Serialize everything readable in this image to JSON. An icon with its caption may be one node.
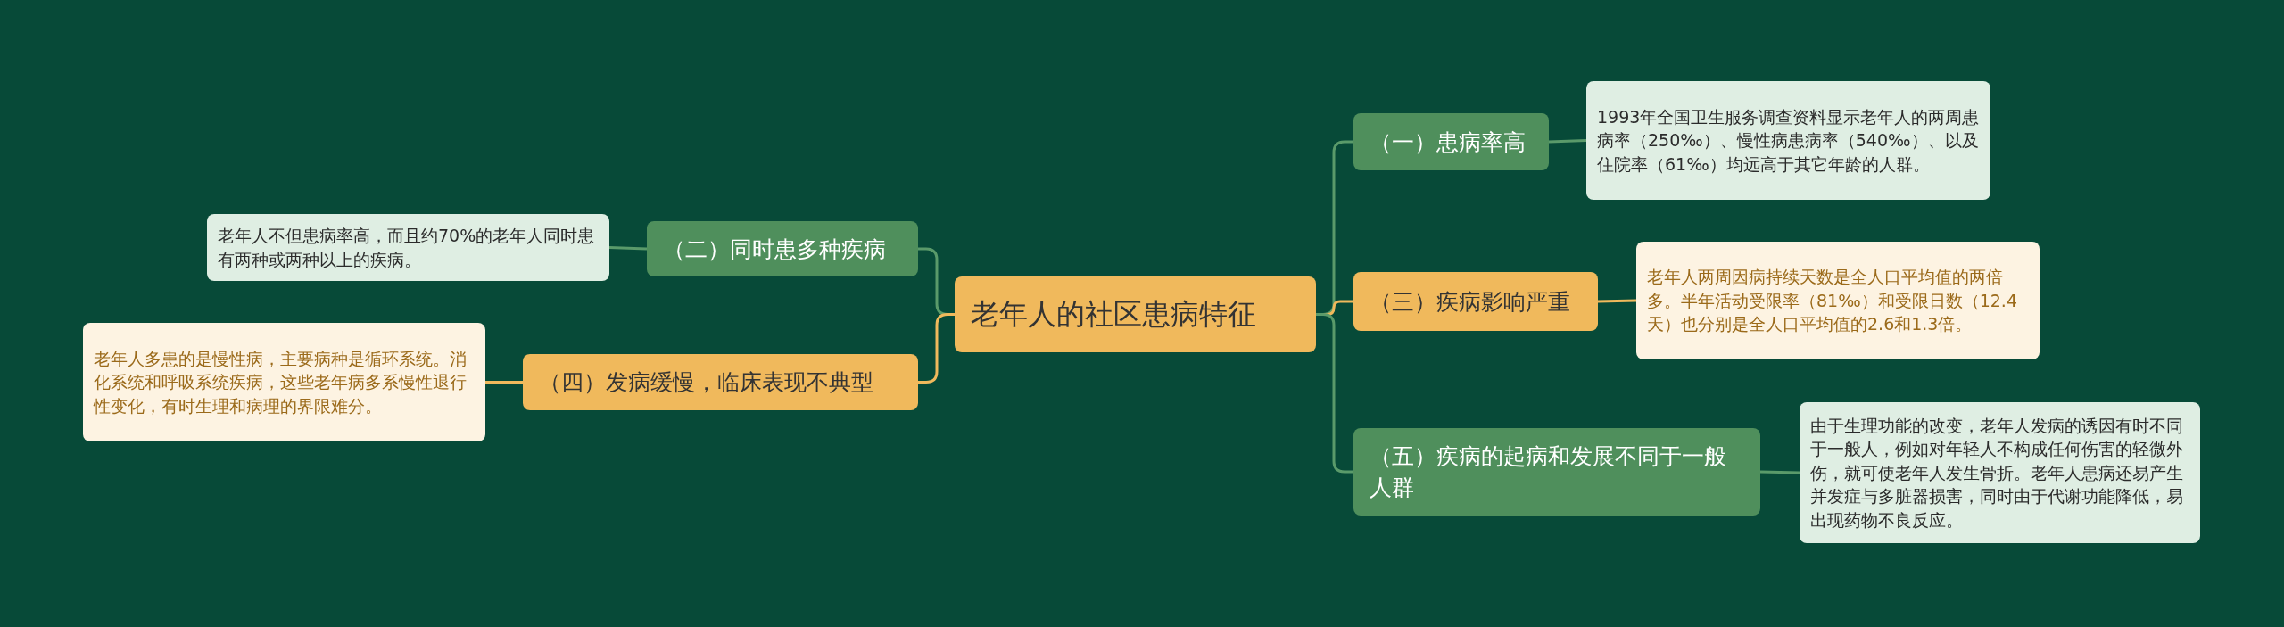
{
  "diagram": {
    "nodes": [
      {
        "text": [
          "老年人的社区患病特征"
        ]
      },
      {
        "text": [
          "（一）患病率高"
        ]
      },
      {
        "text": [
          "1993年全国卫生服务调查资料显示老年人的两周患病率（250‰）、慢性病患病率（540‰）、以及住院率（61‰）均远高于其它年龄的人群。"
        ]
      },
      {
        "text": [
          "（二）同时患多种疾病"
        ]
      },
      {
        "text": [
          "老年人不但患病率高，而且约70%的老年人同时患有两种或两种以上的疾病。"
        ]
      },
      {
        "text": [
          "（三）疾病影响严重"
        ]
      },
      {
        "text": [
          "老年人两周因病持续天数是全人口平均值的两倍多。半年活动受限率（81‰）和受限日数（12.4天）也分别是全人口平均值的2.6和1.3倍。"
        ]
      },
      {
        "text": [
          "（四）发病缓慢，临床表现不典型"
        ]
      },
      {
        "text": [
          "老年人多患的是慢性病，主要病种是循环系统。消化系统和呼吸系统疾病，这些老年病多系慢性退行性变化，有时生理和病理的界限难分。"
        ]
      },
      {
        "text": [
          "（五）疾病的起病和发展不同于一般人群"
        ]
      },
      {
        "text": [
          "由于生理功能的改变，老年人发病的诱因有时不同于一般人，例如对年轻人不构成任何伤害的轻微外伤，就可使老年人发生骨折。老年人患病还易产生并发症与多脏器损害，同时由于代谢功能降低，易出现药物不良反应。"
        ]
      }
    ],
    "edges": [
      {
        "from": 0,
        "to": 1,
        "arrow": "none"
      },
      {
        "from": 1,
        "to": 2,
        "arrow": "none"
      },
      {
        "from": 0,
        "to": 3,
        "arrow": "none"
      },
      {
        "from": 3,
        "to": 4,
        "arrow": "none"
      },
      {
        "from": 0,
        "to": 5,
        "arrow": "none",
        "color": "#f0b95c"
      },
      {
        "from": 5,
        "to": 6,
        "arrow": "none",
        "color": "#f0b95c"
      },
      {
        "from": 0,
        "to": 7,
        "arrow": "none",
        "color": "#f0b95c"
      },
      {
        "from": 7,
        "to": 8,
        "arrow": "none",
        "color": "#f0b95c"
      },
      {
        "from": 0,
        "to": 9,
        "arrow": "none"
      },
      {
        "from": 9,
        "to": 10,
        "arrow": "none"
      }
    ]
  }
}
